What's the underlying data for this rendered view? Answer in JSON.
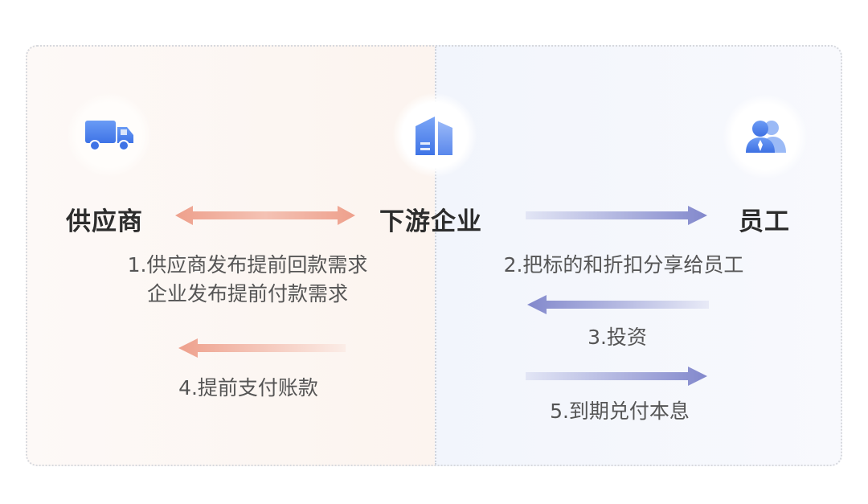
{
  "nodes": {
    "supplier": {
      "label": "供应商",
      "icon": "truck-icon"
    },
    "enterprise": {
      "label": "下游企业",
      "icon": "building-icon"
    },
    "employee": {
      "label": "员工",
      "icon": "users-icon"
    }
  },
  "steps": {
    "step1_line1": "1.供应商发布提前回款需求",
    "step1_line2": "企业发布提前付款需求",
    "step2": "2.把标的和折扣分享给员工",
    "step3": "3.投资",
    "step4": "4.提前支付账款",
    "step5": "5.到期兑付本息"
  },
  "colors": {
    "left_bg": "#fcf4ef",
    "right_bg": "#f2f5fc",
    "orange_arrow": "#eea08c",
    "blue_arrow": "#8288cc",
    "icon_blue": "#4d82ef"
  }
}
